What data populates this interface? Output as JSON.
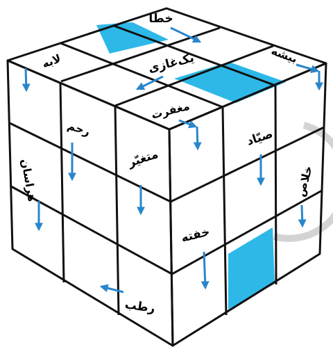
{
  "puzzle": {
    "title": "",
    "colors": {
      "tile": "#ffffff",
      "highlight": "#2eb8e8",
      "grid": "#111111",
      "arrow": "#2a86cc",
      "watermark": "#c8c8c8"
    },
    "top_face": {
      "words": [
        {
          "id": "khata",
          "text": "خطا",
          "arrow_icon": "arrow-down-right-icon"
        },
        {
          "id": "yekghazi",
          "text": "یک‌غازی",
          "arrow_icon": "arrow-down-left-icon"
        },
        {
          "id": "labe",
          "text": "لابه",
          "arrow_icon": "arrow-down-icon"
        },
        {
          "id": "bishe",
          "text": "بیشه",
          "arrow_icon": "arrow-down-right-icon"
        },
        {
          "id": "maghfarat",
          "text": "مغفرت",
          "arrow_icon": "arrow-down-icon"
        }
      ]
    },
    "left_face": {
      "words": [
        {
          "id": "rahm",
          "text": "رحم",
          "arrow_icon": "arrow-down-icon"
        },
        {
          "id": "motaghayer",
          "text": "متغیّر",
          "arrow_icon": "arrow-down-icon"
        },
        {
          "id": "harasan",
          "text": "هراسان",
          "arrow_icon": "arrow-down-icon"
        },
        {
          "id": "ratb",
          "text": "رطب",
          "arrow_icon": "arrow-left-icon"
        }
      ]
    },
    "right_face": {
      "words": [
        {
          "id": "sayyad",
          "text": "صیّاد",
          "arrow_icon": "arrow-down-icon"
        },
        {
          "id": "khalas",
          "text": "خلاص",
          "arrow_icon": "arrow-down-icon"
        },
        {
          "id": "khofte",
          "text": "خفته",
          "arrow_icon": "arrow-down-icon"
        }
      ]
    }
  }
}
